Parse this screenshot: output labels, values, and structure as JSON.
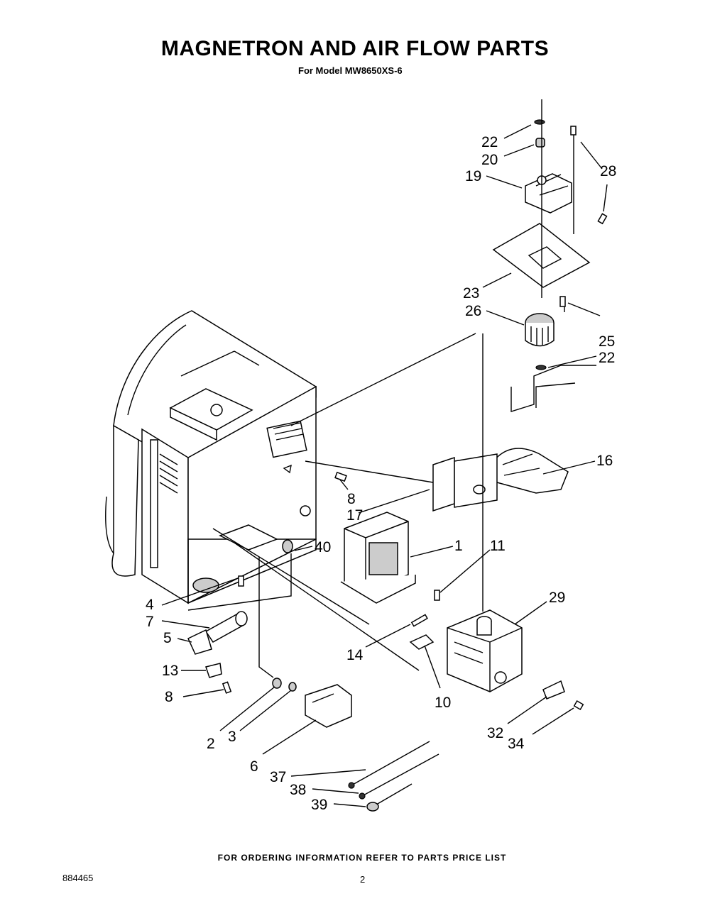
{
  "header": {
    "title": "MAGNETRON AND AIR FLOW PARTS",
    "subtitle": "For Model MW8650XS-6"
  },
  "callouts": {
    "c22a": "22",
    "c20": "20",
    "c19": "19",
    "c28": "28",
    "c23": "23",
    "c26": "26",
    "c25": "25",
    "c22b": "22",
    "c16": "16",
    "c8a": "8",
    "c17": "17",
    "c40": "40",
    "c1": "1",
    "c11": "11",
    "c29": "29",
    "c4": "4",
    "c7": "7",
    "c5": "5",
    "c13": "13",
    "c8b": "8",
    "c14": "14",
    "c10": "10",
    "c2": "2",
    "c3": "3",
    "c6": "6",
    "c32": "32",
    "c34": "34",
    "c37": "37",
    "c38": "38",
    "c39": "39"
  },
  "footer": {
    "note": "FOR ORDERING INFORMATION REFER TO PARTS PRICE LIST",
    "doc_number": "884465",
    "page": "2"
  }
}
